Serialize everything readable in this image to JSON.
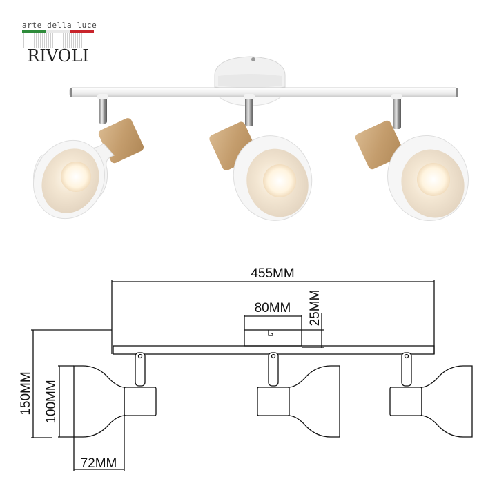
{
  "logo": {
    "tagline": "arte della luce",
    "brand": "RIVOLI",
    "flag_colors": [
      "#2e8b3a",
      "#ffffff",
      "#c8242b"
    ]
  },
  "product": {
    "type": "3-light ceiling spotlight bar",
    "colors": {
      "body": "#f2f2f2",
      "wood": "#c9a57a",
      "chrome": "#9a9a9a",
      "bulb_glow": "#fff6e2"
    },
    "spot_count": 3
  },
  "drawing": {
    "line_color": "#111111",
    "dimensions": {
      "total_length": "455MM",
      "canopy_width": "80MM",
      "canopy_height": "25MM",
      "total_height": "150MM",
      "shade_diameter": "100MM",
      "shade_depth": "72MM"
    }
  }
}
